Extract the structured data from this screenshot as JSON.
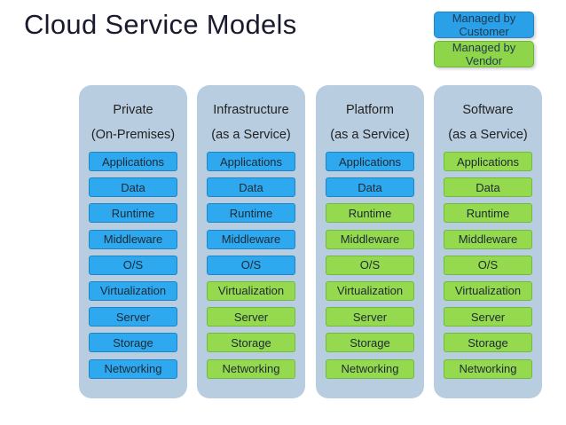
{
  "title": "Cloud Service Models",
  "legend": {
    "customer_label": "Managed by Customer",
    "vendor_label": "Managed by Vendor",
    "colors": {
      "customer": "#2ea8ee",
      "vendor": "#94d94e",
      "panel": "#b8cde0"
    }
  },
  "columns": [
    {
      "line1": "Private",
      "line2": "(On-Premises)",
      "layers": [
        {
          "label": "Applications",
          "managed_by": "customer"
        },
        {
          "label": "Data",
          "managed_by": "customer"
        },
        {
          "label": "Runtime",
          "managed_by": "customer"
        },
        {
          "label": "Middleware",
          "managed_by": "customer"
        },
        {
          "label": "O/S",
          "managed_by": "customer"
        },
        {
          "label": "Virtualization",
          "managed_by": "customer"
        },
        {
          "label": "Server",
          "managed_by": "customer"
        },
        {
          "label": "Storage",
          "managed_by": "customer"
        },
        {
          "label": "Networking",
          "managed_by": "customer"
        }
      ]
    },
    {
      "line1": "Infrastructure",
      "line2": "(as a Service)",
      "layers": [
        {
          "label": "Applications",
          "managed_by": "customer"
        },
        {
          "label": "Data",
          "managed_by": "customer"
        },
        {
          "label": "Runtime",
          "managed_by": "customer"
        },
        {
          "label": "Middleware",
          "managed_by": "customer"
        },
        {
          "label": "O/S",
          "managed_by": "customer"
        },
        {
          "label": "Virtualization",
          "managed_by": "vendor"
        },
        {
          "label": "Server",
          "managed_by": "vendor"
        },
        {
          "label": "Storage",
          "managed_by": "vendor"
        },
        {
          "label": "Networking",
          "managed_by": "vendor"
        }
      ]
    },
    {
      "line1": "Platform",
      "line2": "(as a Service)",
      "layers": [
        {
          "label": "Applications",
          "managed_by": "customer"
        },
        {
          "label": "Data",
          "managed_by": "customer"
        },
        {
          "label": "Runtime",
          "managed_by": "vendor"
        },
        {
          "label": "Middleware",
          "managed_by": "vendor"
        },
        {
          "label": "O/S",
          "managed_by": "vendor"
        },
        {
          "label": "Virtualization",
          "managed_by": "vendor"
        },
        {
          "label": "Server",
          "managed_by": "vendor"
        },
        {
          "label": "Storage",
          "managed_by": "vendor"
        },
        {
          "label": "Networking",
          "managed_by": "vendor"
        }
      ]
    },
    {
      "line1": "Software",
      "line2": "(as a Service)",
      "layers": [
        {
          "label": "Applications",
          "managed_by": "vendor"
        },
        {
          "label": "Data",
          "managed_by": "vendor"
        },
        {
          "label": "Runtime",
          "managed_by": "vendor"
        },
        {
          "label": "Middleware",
          "managed_by": "vendor"
        },
        {
          "label": "O/S",
          "managed_by": "vendor"
        },
        {
          "label": "Virtualization",
          "managed_by": "vendor"
        },
        {
          "label": "Server",
          "managed_by": "vendor"
        },
        {
          "label": "Storage",
          "managed_by": "vendor"
        },
        {
          "label": "Networking",
          "managed_by": "vendor"
        }
      ]
    }
  ]
}
